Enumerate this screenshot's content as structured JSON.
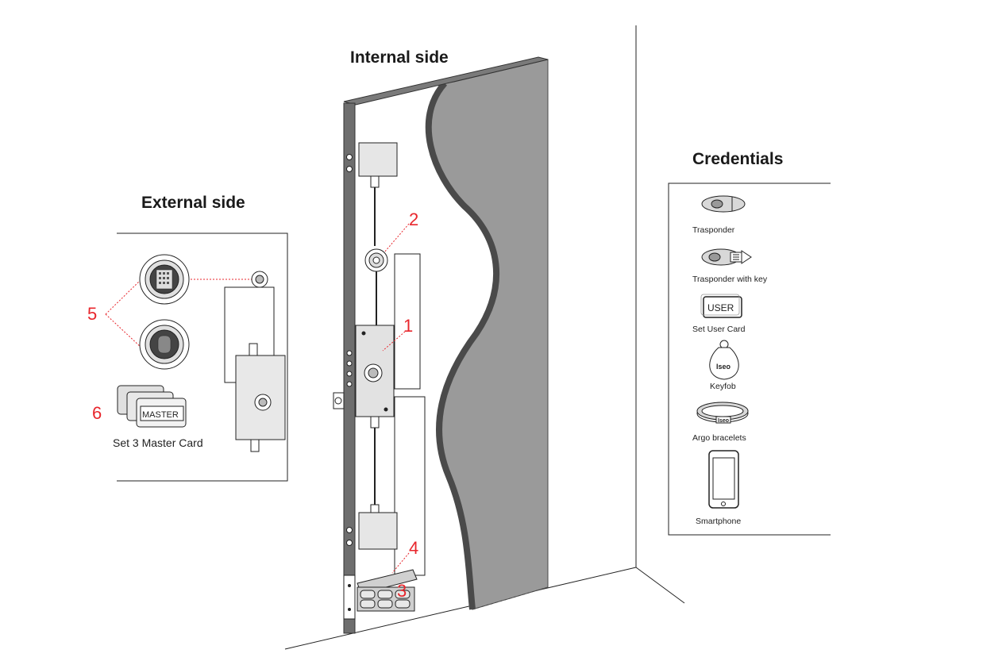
{
  "headings": {
    "internal": "Internal side",
    "external": "External side",
    "credentials": "Credentials"
  },
  "callouts": {
    "n1": "1",
    "n2": "2",
    "n3": "3",
    "n4": "4",
    "n5": "5",
    "n6": "6"
  },
  "external_panel": {
    "card_label": "MASTER",
    "caption": "Set 3 Master Card"
  },
  "credentials": [
    {
      "label": "Trasponder",
      "icon": "transponder-icon"
    },
    {
      "label": "Trasponder with key",
      "icon": "transponder-with-key-icon"
    },
    {
      "label": "Set User Card",
      "icon": "user-card-icon",
      "card_text": "USER"
    },
    {
      "label": "Keyfob",
      "icon": "keyfob-icon",
      "logo_text": "Iseo"
    },
    {
      "label": "Argo bracelets",
      "icon": "bracelet-icon",
      "logo_text": "Iseo"
    },
    {
      "label": "Smartphone",
      "icon": "smartphone-icon"
    }
  ],
  "colors": {
    "callout": "#e8262c",
    "door_fill": "#9a9a9a",
    "door_edge": "#4a4a4a",
    "frame": "#6e6e6e",
    "line": "#222222"
  }
}
